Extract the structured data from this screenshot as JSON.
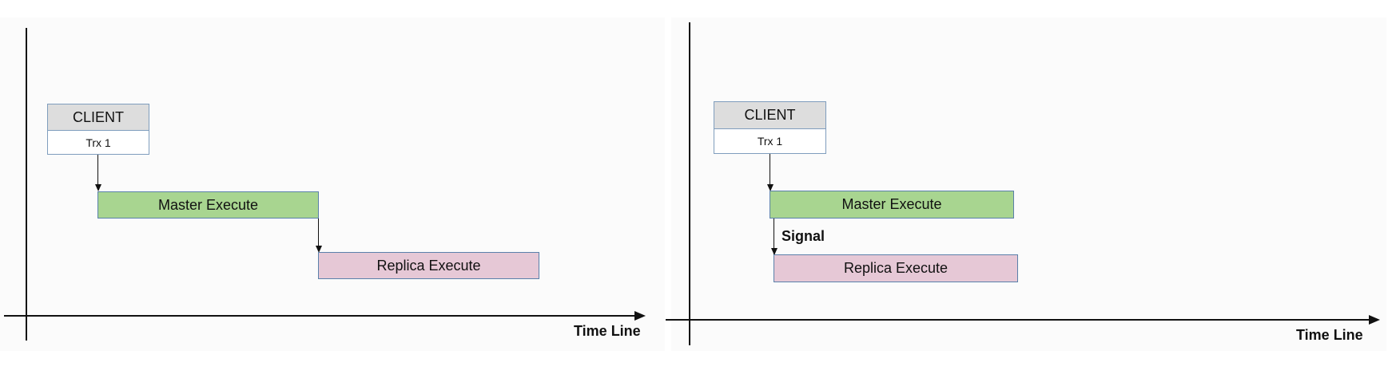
{
  "colors": {
    "axis": "#111111",
    "client_header": "#dddddd",
    "client_border": "#7f9dbd",
    "master": "#a8d590",
    "replica": "#e6c8d6"
  },
  "diagrams": [
    {
      "client": {
        "title": "CLIENT",
        "transaction": "Trx 1"
      },
      "master": {
        "label": "Master Execute"
      },
      "replica": {
        "label": "Replica Execute"
      },
      "signal": null,
      "axis": {
        "x_label": "Time Line"
      }
    },
    {
      "client": {
        "title": "CLIENT",
        "transaction": "Trx 1"
      },
      "master": {
        "label": "Master Execute"
      },
      "replica": {
        "label": "Replica Execute"
      },
      "signal": {
        "label": "Signal"
      },
      "axis": {
        "x_label": "Time Line"
      }
    }
  ]
}
